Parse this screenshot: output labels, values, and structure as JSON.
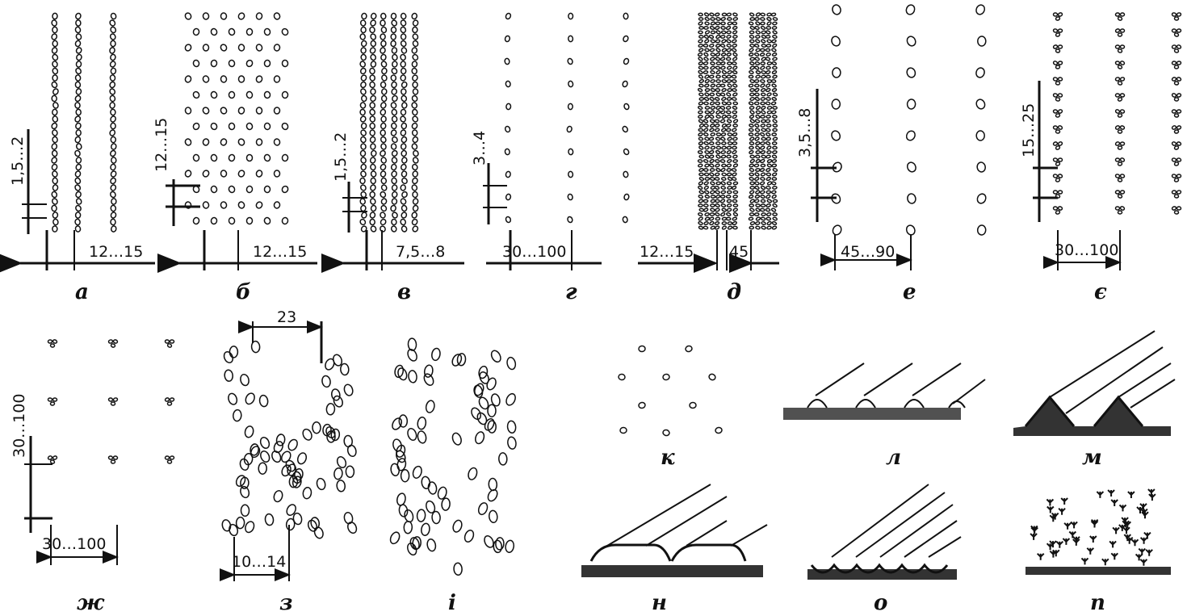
{
  "panels": [
    {
      "id": "a",
      "caption": "а",
      "dims": [
        "1,5…2",
        "12…15"
      ]
    },
    {
      "id": "b",
      "caption": "б",
      "dims": [
        "12…15",
        "12…15"
      ]
    },
    {
      "id": "v",
      "caption": "в",
      "dims": [
        "1,5…2",
        "7,5…8"
      ]
    },
    {
      "id": "g",
      "caption": "г",
      "dims": [
        "3…4",
        "30…100"
      ]
    },
    {
      "id": "d",
      "caption": "д",
      "dims": [
        "12…15",
        "45"
      ]
    },
    {
      "id": "e",
      "caption": "е",
      "dims": [
        "3,5…8",
        "45…90"
      ]
    },
    {
      "id": "ye",
      "caption": "є",
      "dims": [
        "15…25",
        "30…100"
      ]
    },
    {
      "id": "zh",
      "caption": "ж",
      "dims": [
        "30…100",
        "30…100"
      ]
    },
    {
      "id": "z",
      "caption": "з",
      "dims": [
        "23",
        "10…14"
      ]
    },
    {
      "id": "i",
      "caption": "і",
      "dims": []
    },
    {
      "id": "k",
      "caption": "к",
      "dims": []
    },
    {
      "id": "l",
      "caption": "л",
      "dims": []
    },
    {
      "id": "m",
      "caption": "м",
      "dims": []
    },
    {
      "id": "n",
      "caption": "н",
      "dims": []
    },
    {
      "id": "o",
      "caption": "о",
      "dims": []
    },
    {
      "id": "p",
      "caption": "п",
      "dims": []
    }
  ]
}
